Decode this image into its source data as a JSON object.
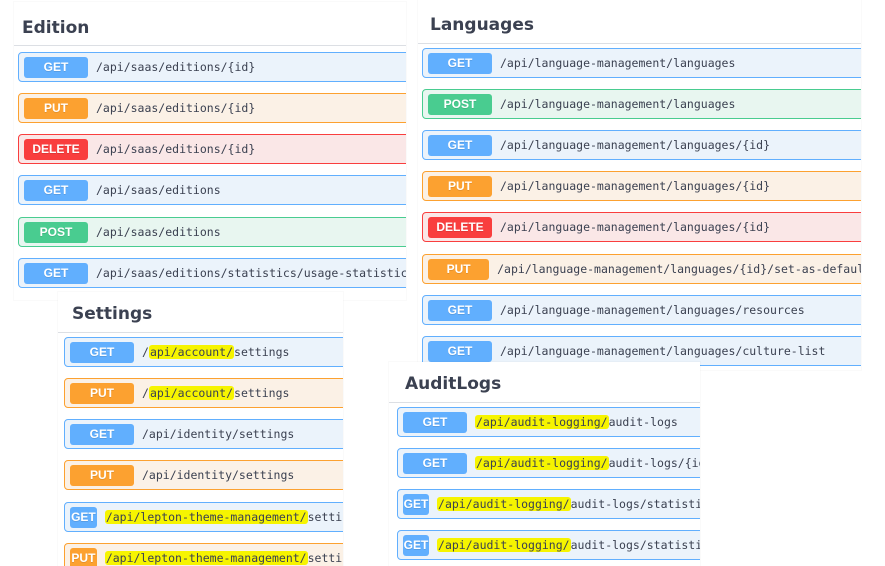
{
  "edition": {
    "title": "Edition",
    "ops": [
      {
        "method": "GET",
        "path": "/api/saas/editions/{id}"
      },
      {
        "method": "PUT",
        "path": "/api/saas/editions/{id}"
      },
      {
        "method": "DELETE",
        "path": "/api/saas/editions/{id}"
      },
      {
        "method": "GET",
        "path": "/api/saas/editions"
      },
      {
        "method": "POST",
        "path": "/api/saas/editions"
      },
      {
        "method": "GET",
        "path": "/api/saas/editions/statistics/usage-statistic"
      }
    ]
  },
  "languages": {
    "title": "Languages",
    "ops": [
      {
        "method": "GET",
        "path": "/api/language-management/languages"
      },
      {
        "method": "POST",
        "path": "/api/language-management/languages"
      },
      {
        "method": "GET",
        "path": "/api/language-management/languages/{id}"
      },
      {
        "method": "PUT",
        "path": "/api/language-management/languages/{id}"
      },
      {
        "method": "DELETE",
        "path": "/api/language-management/languages/{id}"
      },
      {
        "method": "PUT",
        "path": "/api/language-management/languages/{id}/set-as-default"
      },
      {
        "method": "GET",
        "path": "/api/language-management/languages/resources"
      },
      {
        "method": "GET",
        "path": "/api/language-management/languages/culture-list"
      }
    ]
  },
  "settings": {
    "title": "Settings",
    "ops": [
      {
        "method": "GET",
        "prefix": "/",
        "highlight": "api/account/",
        "suffix": "settings"
      },
      {
        "method": "PUT",
        "prefix": "/",
        "highlight": "api/account/",
        "suffix": "settings"
      },
      {
        "method": "GET",
        "prefix": "/api/identity/settings",
        "highlight": "",
        "suffix": ""
      },
      {
        "method": "PUT",
        "prefix": "/api/identity/settings",
        "highlight": "",
        "suffix": ""
      },
      {
        "method": "GET",
        "prefix": "",
        "highlight": "/api/lepton-theme-management/",
        "suffix": "settings"
      },
      {
        "method": "PUT",
        "prefix": "",
        "highlight": "/api/lepton-theme-management/",
        "suffix": "settings"
      }
    ]
  },
  "auditlogs": {
    "title": "AuditLogs",
    "ops": [
      {
        "method": "GET",
        "highlight": "/api/audit-logging/",
        "suffix": "audit-logs"
      },
      {
        "method": "GET",
        "highlight": "/api/audit-logging/",
        "suffix": "audit-logs/{id}"
      },
      {
        "method": "GET",
        "highlight": "/api/audit-logging/",
        "suffix": "audit-logs/statistics"
      },
      {
        "method": "GET",
        "highlight": "/api/audit-logging/",
        "suffix": "audit-logs/statistics"
      }
    ]
  }
}
